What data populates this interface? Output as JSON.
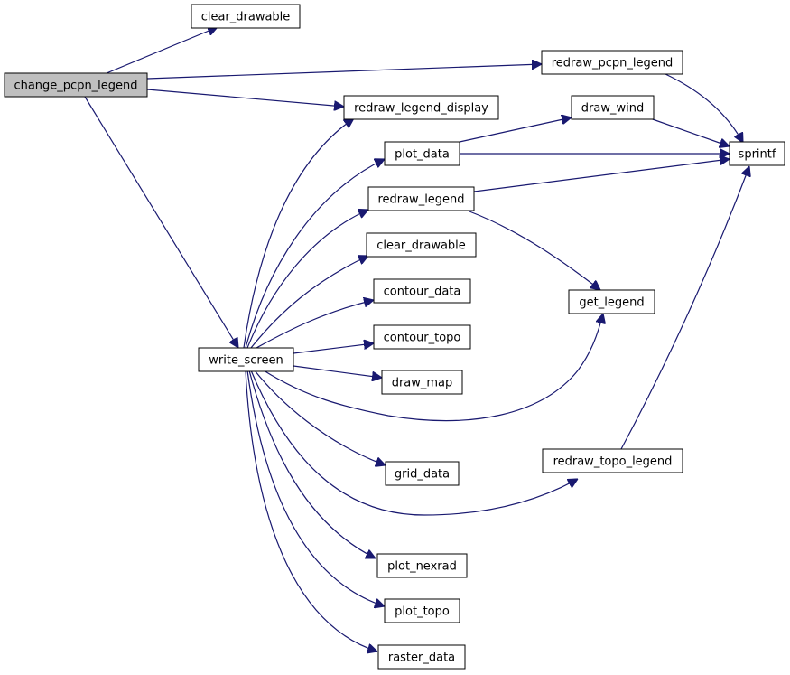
{
  "diagram": {
    "type": "call-graph",
    "colors": {
      "edge": "#191970",
      "root_fill": "#bfbfbf",
      "node_fill": "#ffffff",
      "border": "#000000"
    },
    "nodes": [
      {
        "id": "change_pcpn_legend",
        "label": "change_pcpn_legend",
        "root": true
      },
      {
        "id": "clear_drawable_top",
        "label": "clear_drawable"
      },
      {
        "id": "redraw_pcpn_legend",
        "label": "redraw_pcpn_legend"
      },
      {
        "id": "redraw_legend_display",
        "label": "redraw_legend_display"
      },
      {
        "id": "draw_wind",
        "label": "draw_wind"
      },
      {
        "id": "plot_data",
        "label": "plot_data"
      },
      {
        "id": "sprintf",
        "label": "sprintf"
      },
      {
        "id": "redraw_legend",
        "label": "redraw_legend"
      },
      {
        "id": "clear_drawable_mid",
        "label": "clear_drawable"
      },
      {
        "id": "contour_data",
        "label": "contour_data"
      },
      {
        "id": "get_legend",
        "label": "get_legend"
      },
      {
        "id": "contour_topo",
        "label": "contour_topo"
      },
      {
        "id": "write_screen",
        "label": "write_screen"
      },
      {
        "id": "draw_map",
        "label": "draw_map"
      },
      {
        "id": "redraw_topo_legend",
        "label": "redraw_topo_legend"
      },
      {
        "id": "grid_data",
        "label": "grid_data"
      },
      {
        "id": "plot_nexrad",
        "label": "plot_nexrad"
      },
      {
        "id": "plot_topo",
        "label": "plot_topo"
      },
      {
        "id": "raster_data",
        "label": "raster_data"
      }
    ],
    "edges": [
      {
        "from": "change_pcpn_legend",
        "to": "clear_drawable_top"
      },
      {
        "from": "change_pcpn_legend",
        "to": "redraw_pcpn_legend"
      },
      {
        "from": "change_pcpn_legend",
        "to": "redraw_legend_display"
      },
      {
        "from": "change_pcpn_legend",
        "to": "write_screen"
      },
      {
        "from": "redraw_pcpn_legend",
        "to": "sprintf"
      },
      {
        "from": "plot_data",
        "to": "draw_wind"
      },
      {
        "from": "plot_data",
        "to": "sprintf"
      },
      {
        "from": "draw_wind",
        "to": "sprintf"
      },
      {
        "from": "redraw_legend",
        "to": "sprintf"
      },
      {
        "from": "redraw_legend",
        "to": "get_legend"
      },
      {
        "from": "redraw_topo_legend",
        "to": "sprintf"
      },
      {
        "from": "write_screen",
        "to": "redraw_legend_display"
      },
      {
        "from": "write_screen",
        "to": "plot_data"
      },
      {
        "from": "write_screen",
        "to": "redraw_legend"
      },
      {
        "from": "write_screen",
        "to": "clear_drawable_mid"
      },
      {
        "from": "write_screen",
        "to": "contour_data"
      },
      {
        "from": "write_screen",
        "to": "contour_topo"
      },
      {
        "from": "write_screen",
        "to": "draw_map"
      },
      {
        "from": "write_screen",
        "to": "get_legend"
      },
      {
        "from": "write_screen",
        "to": "grid_data"
      },
      {
        "from": "write_screen",
        "to": "redraw_topo_legend"
      },
      {
        "from": "write_screen",
        "to": "plot_nexrad"
      },
      {
        "from": "write_screen",
        "to": "plot_topo"
      },
      {
        "from": "write_screen",
        "to": "raster_data"
      }
    ]
  }
}
